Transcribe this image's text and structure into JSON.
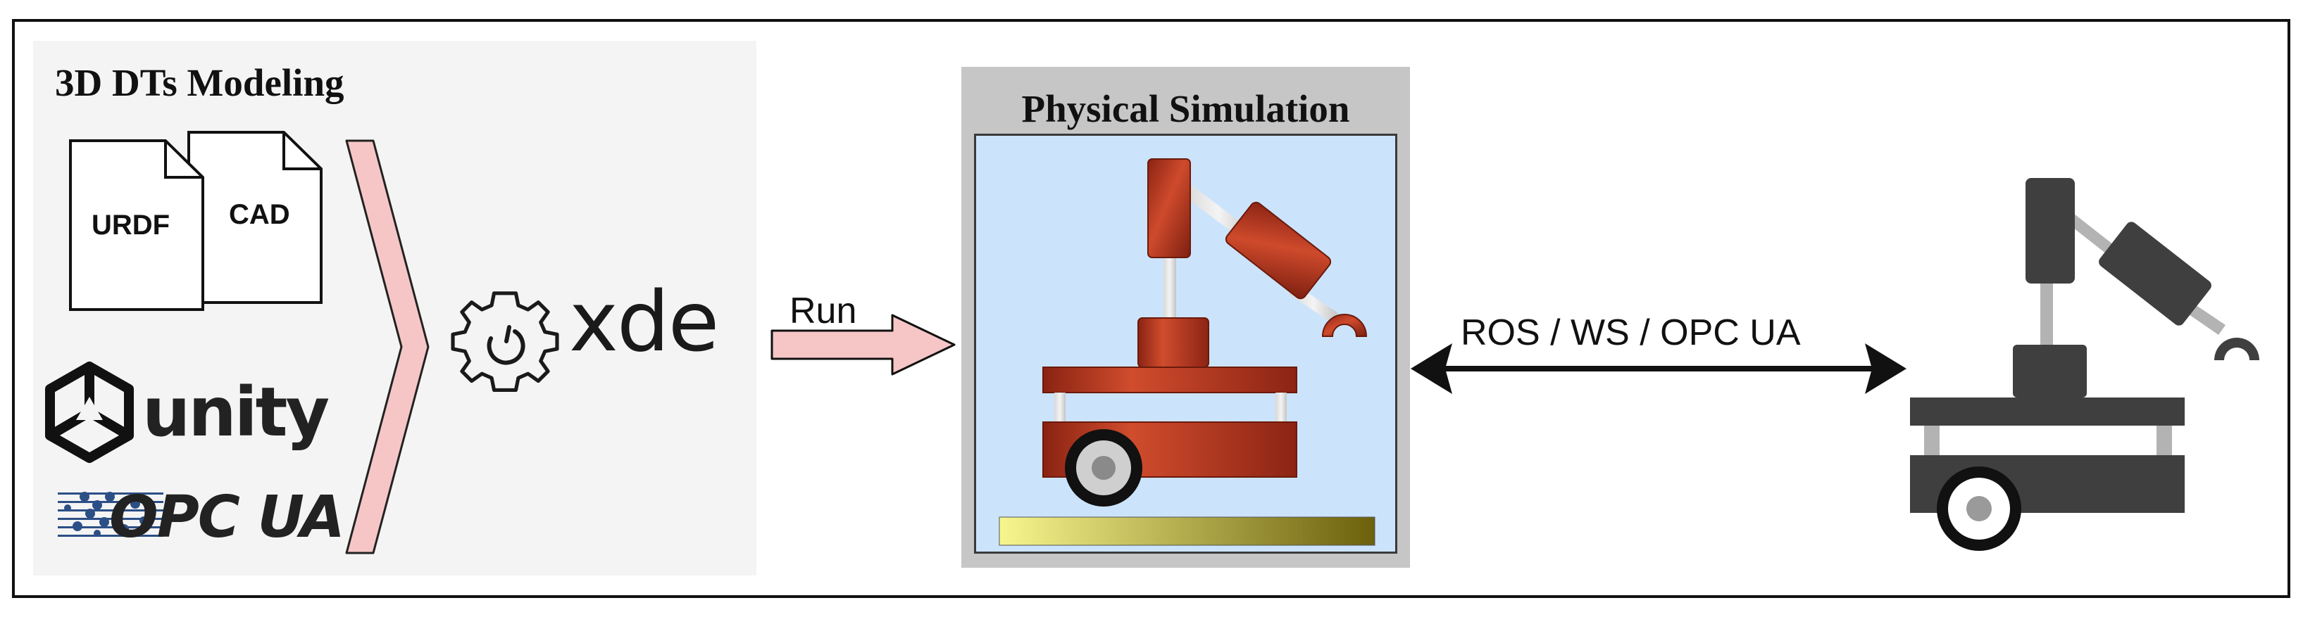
{
  "modeling": {
    "title": "3D DTs Modeling",
    "files": [
      "URDF",
      "CAD"
    ],
    "unity_logo": "unity",
    "opcua_logo": "OPC UA"
  },
  "xde_logo": "xde",
  "run_label": "Run",
  "simulation": {
    "title": "Physical Simulation"
  },
  "communication_label": "ROS / WS / OPC UA",
  "icons": [
    "file-icon",
    "unity-icon",
    "opcua-icon",
    "gear-icon",
    "arrow-icon",
    "robot-icon"
  ],
  "colors": {
    "panel_bg": "#f4f4f4",
    "chevron": "#f6c6c6",
    "sim_panel": "#c6c6c6",
    "sim_bg": "#cce4fb",
    "robot_red": "#b83a22",
    "robot_dark": "#3f3f3f",
    "floor_start": "#f5f48a",
    "floor_end": "#6f6410"
  }
}
